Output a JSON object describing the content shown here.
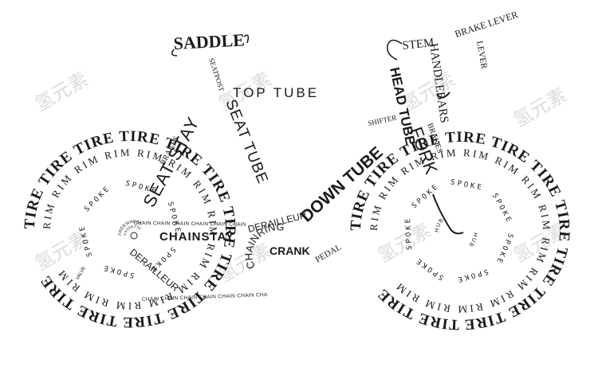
{
  "labels": {
    "saddle": "SADDLE",
    "seatpost": "SEATPOST",
    "top_tube": "TOP TUBE",
    "seat_stay": "SEAT STAY",
    "seat_tube": "SEAT TUBE",
    "stem": "STEM",
    "handlebars": "HANDLEBARS",
    "brake_lever": "BRAKE LEVER",
    "head_tube": "HEAD TUBE",
    "fork": "FORK",
    "shifter": "SHIFTER",
    "brakes_front": "BRAKES",
    "brakes_rear": "BRAKES",
    "down_tube": "DOWN TUBE",
    "derailleur_front": "DERAILLEUR",
    "chainring": "CHAINRING",
    "crank": "CRANK",
    "pedal": "PEDAL",
    "chainstay": "CHAINSTAY",
    "freewheel": "FREEWHEEL",
    "cassette": "CASSETTE",
    "derailleur_rear": "DERAILLEUR",
    "valve": "VALVE",
    "hub": "HUB",
    "chain_top": "CHAIN CHAIN CHAIN CHAIN CHAIN CHAIN",
    "chain_bottom": "CHAIN CHAIN CHAIN CHAIN CHAIN CHAIN CHAIN CHAIN CHAIN",
    "tire_ring": "TIRE TIRE TIRE TIRE TIRE TIRE TIRE TIRE TIRE TIRE TIRE TIRE",
    "rim_ring": "RIM RIM RIM RIM RIM RIM RIM RIM RIM RIM RIM RIM RIM RIM",
    "spoke": "SPOKE",
    "rear_spokes": [
      "SPOKE",
      "SPOKE",
      "SPOKE",
      "SPOKE",
      "SPOKE",
      "SPOKE"
    ],
    "front_spokes": [
      "SPOKE",
      "SPOKE",
      "SPOKE",
      "SPOKE",
      "SPOKE",
      "SPOKE",
      "SPOKE"
    ]
  },
  "watermark": {
    "text": "氢元素",
    "count": 8
  }
}
